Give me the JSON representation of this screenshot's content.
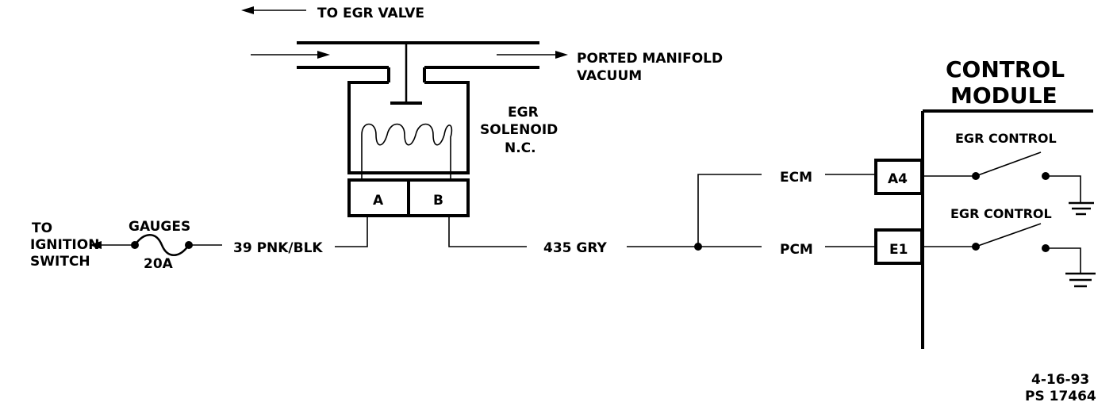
{
  "labels": {
    "to_egr_valve": "TO EGR VALVE",
    "ported_manifold_line1": "PORTED MANIFOLD",
    "ported_manifold_line2": "VACUUM",
    "egr_solenoid_line1": "EGR",
    "egr_solenoid_line2": "SOLENOID",
    "egr_solenoid_line3": "N.C.",
    "terminal_a": "A",
    "terminal_b": "B",
    "to_ignition_line1": "TO",
    "to_ignition_line2": "IGNITION",
    "to_ignition_line3": "SWITCH",
    "fuse_name": "GAUGES",
    "fuse_rating": "20A",
    "wire_a": "39 PNK/BLK",
    "wire_b": "435 GRY",
    "ecm_label": "ECM",
    "pcm_label": "PCM",
    "control_module_line1": "CONTROL",
    "control_module_line2": "MODULE",
    "pin_a4": "A4",
    "pin_e1": "E1",
    "egr_control_upper": "EGR CONTROL",
    "egr_control_lower": "EGR CONTROL",
    "date_code": "4-16-93",
    "ps_code": "PS 17464"
  }
}
